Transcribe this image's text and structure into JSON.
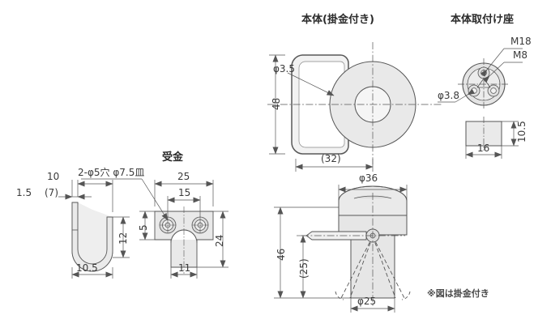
{
  "drawing": {
    "type": "technical-drawing",
    "description": "Japanese hardware catalog dimensional drawing of a hook latch (body with latch) with strike plate and mounting base",
    "background_color": "#ffffff",
    "line_color": "#555555",
    "fill_color": "#e8e8e8",
    "text_color": "#3a3a3a"
  },
  "views": {
    "body": {
      "title": "本体(掛金付き)",
      "dimensions": {
        "height": "48",
        "depth": "(32)",
        "wire_diameter": "φ3.5"
      }
    },
    "mount_base": {
      "title": "本体取付け座",
      "dimensions": {
        "thread_outer": "M18",
        "thread_inner": "M8",
        "hole": "φ3.8",
        "width": "16",
        "thickness": "10.5"
      }
    },
    "strike": {
      "title": "受金",
      "callout": "2-φ5穴 φ7.5皿",
      "dimensions": {
        "overall_width": "25",
        "hole_spacing": "15",
        "hole_edge": "5",
        "overall_height": "24",
        "tongue_width": "11"
      }
    },
    "profile": {
      "dimensions": {
        "thickness": "1.5",
        "width": "10",
        "inner_width": "(7)",
        "hook_depth": "12",
        "base_width": "10.5"
      }
    },
    "side": {
      "dimensions": {
        "knob_diameter": "φ36",
        "total_height": "46",
        "latch_height": "(25)",
        "body_diameter": "φ25"
      }
    }
  },
  "note": {
    "text": "※図は掛金付き"
  }
}
